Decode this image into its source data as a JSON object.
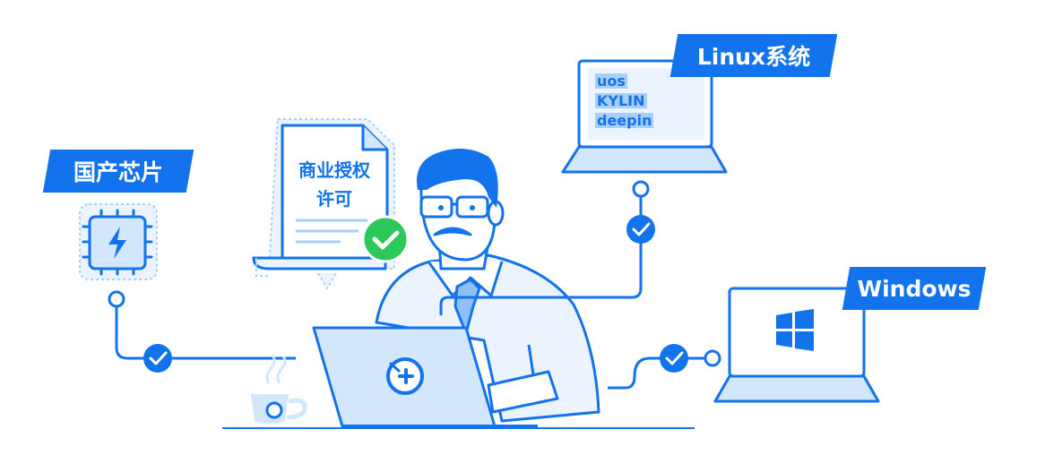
{
  "tags": {
    "chip": "国产芯片",
    "linux": "Linux系统",
    "windows": "Windows"
  },
  "document": {
    "line1": "商业授权",
    "line2": "许可"
  },
  "linux_screen": {
    "items": [
      "uos",
      "KYLIN",
      "deepin"
    ]
  },
  "colors": {
    "primary": "#1273ec",
    "light": "#dbeafd",
    "check_green": "#2cc95a"
  },
  "icons": [
    "chip-icon",
    "lightning-icon",
    "check-icon",
    "windows-logo-icon",
    "coffee-cup-icon",
    "app-logo-icon"
  ]
}
